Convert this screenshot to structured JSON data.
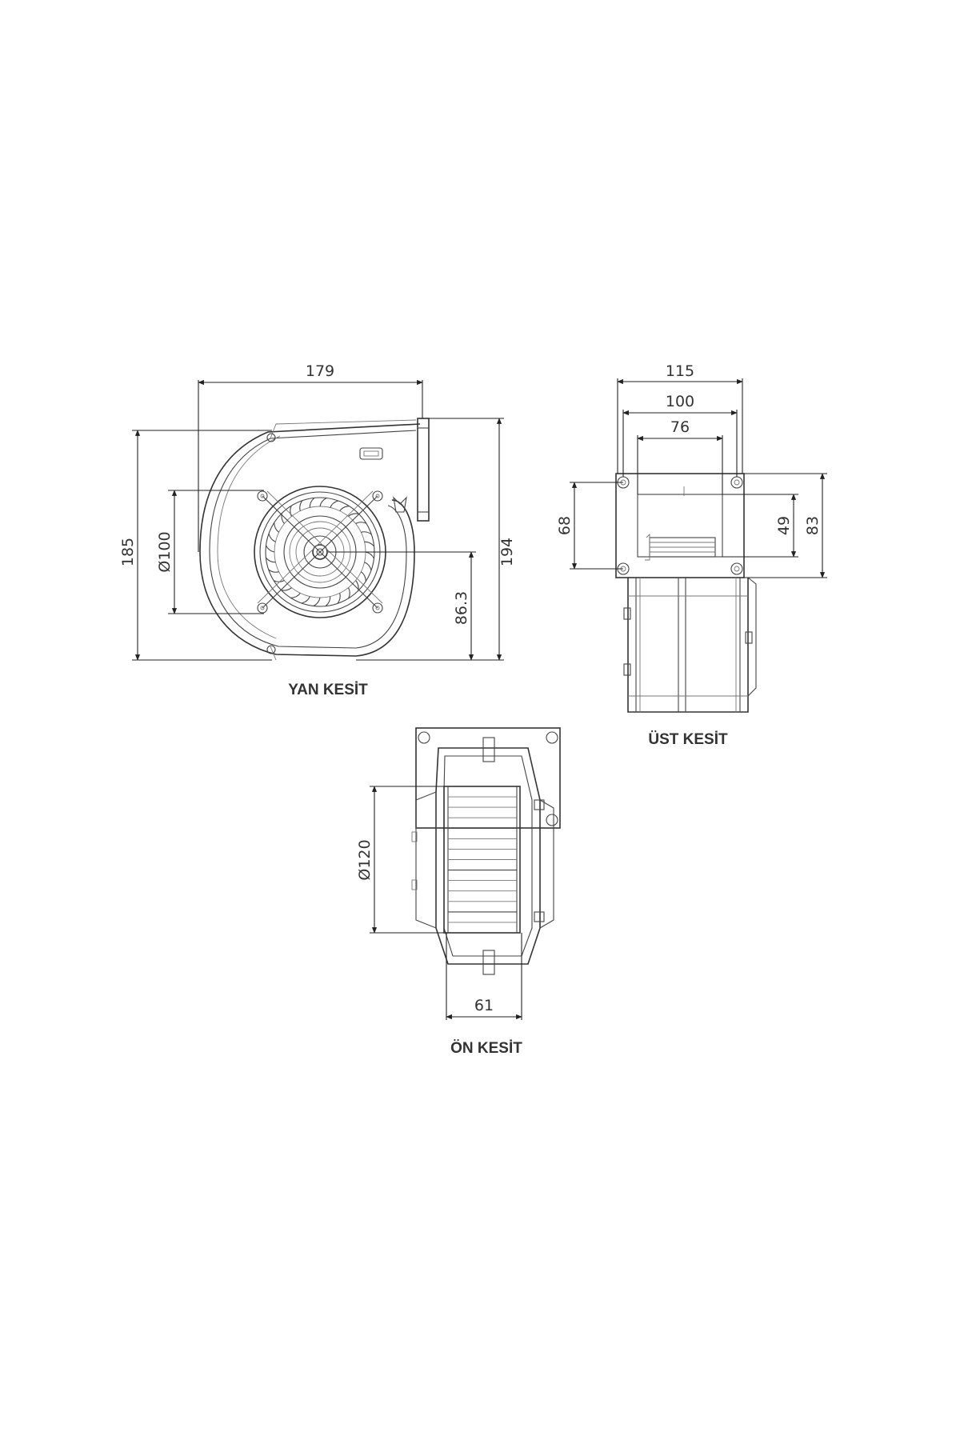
{
  "side_view": {
    "caption": "YAN KESİT",
    "width_179": "179",
    "height_185": "185",
    "height_194": "194",
    "diameter_100": "Ø100",
    "axis_height": "86.3"
  },
  "top_view": {
    "caption": "ÜST KESİT",
    "width_115": "115",
    "width_100": "100",
    "width_76": "76",
    "height_68": "68",
    "height_49": "49",
    "height_83": "83"
  },
  "front_view": {
    "caption": "ÖN KESİT",
    "diameter_120": "Ø120",
    "width_61": "61"
  }
}
